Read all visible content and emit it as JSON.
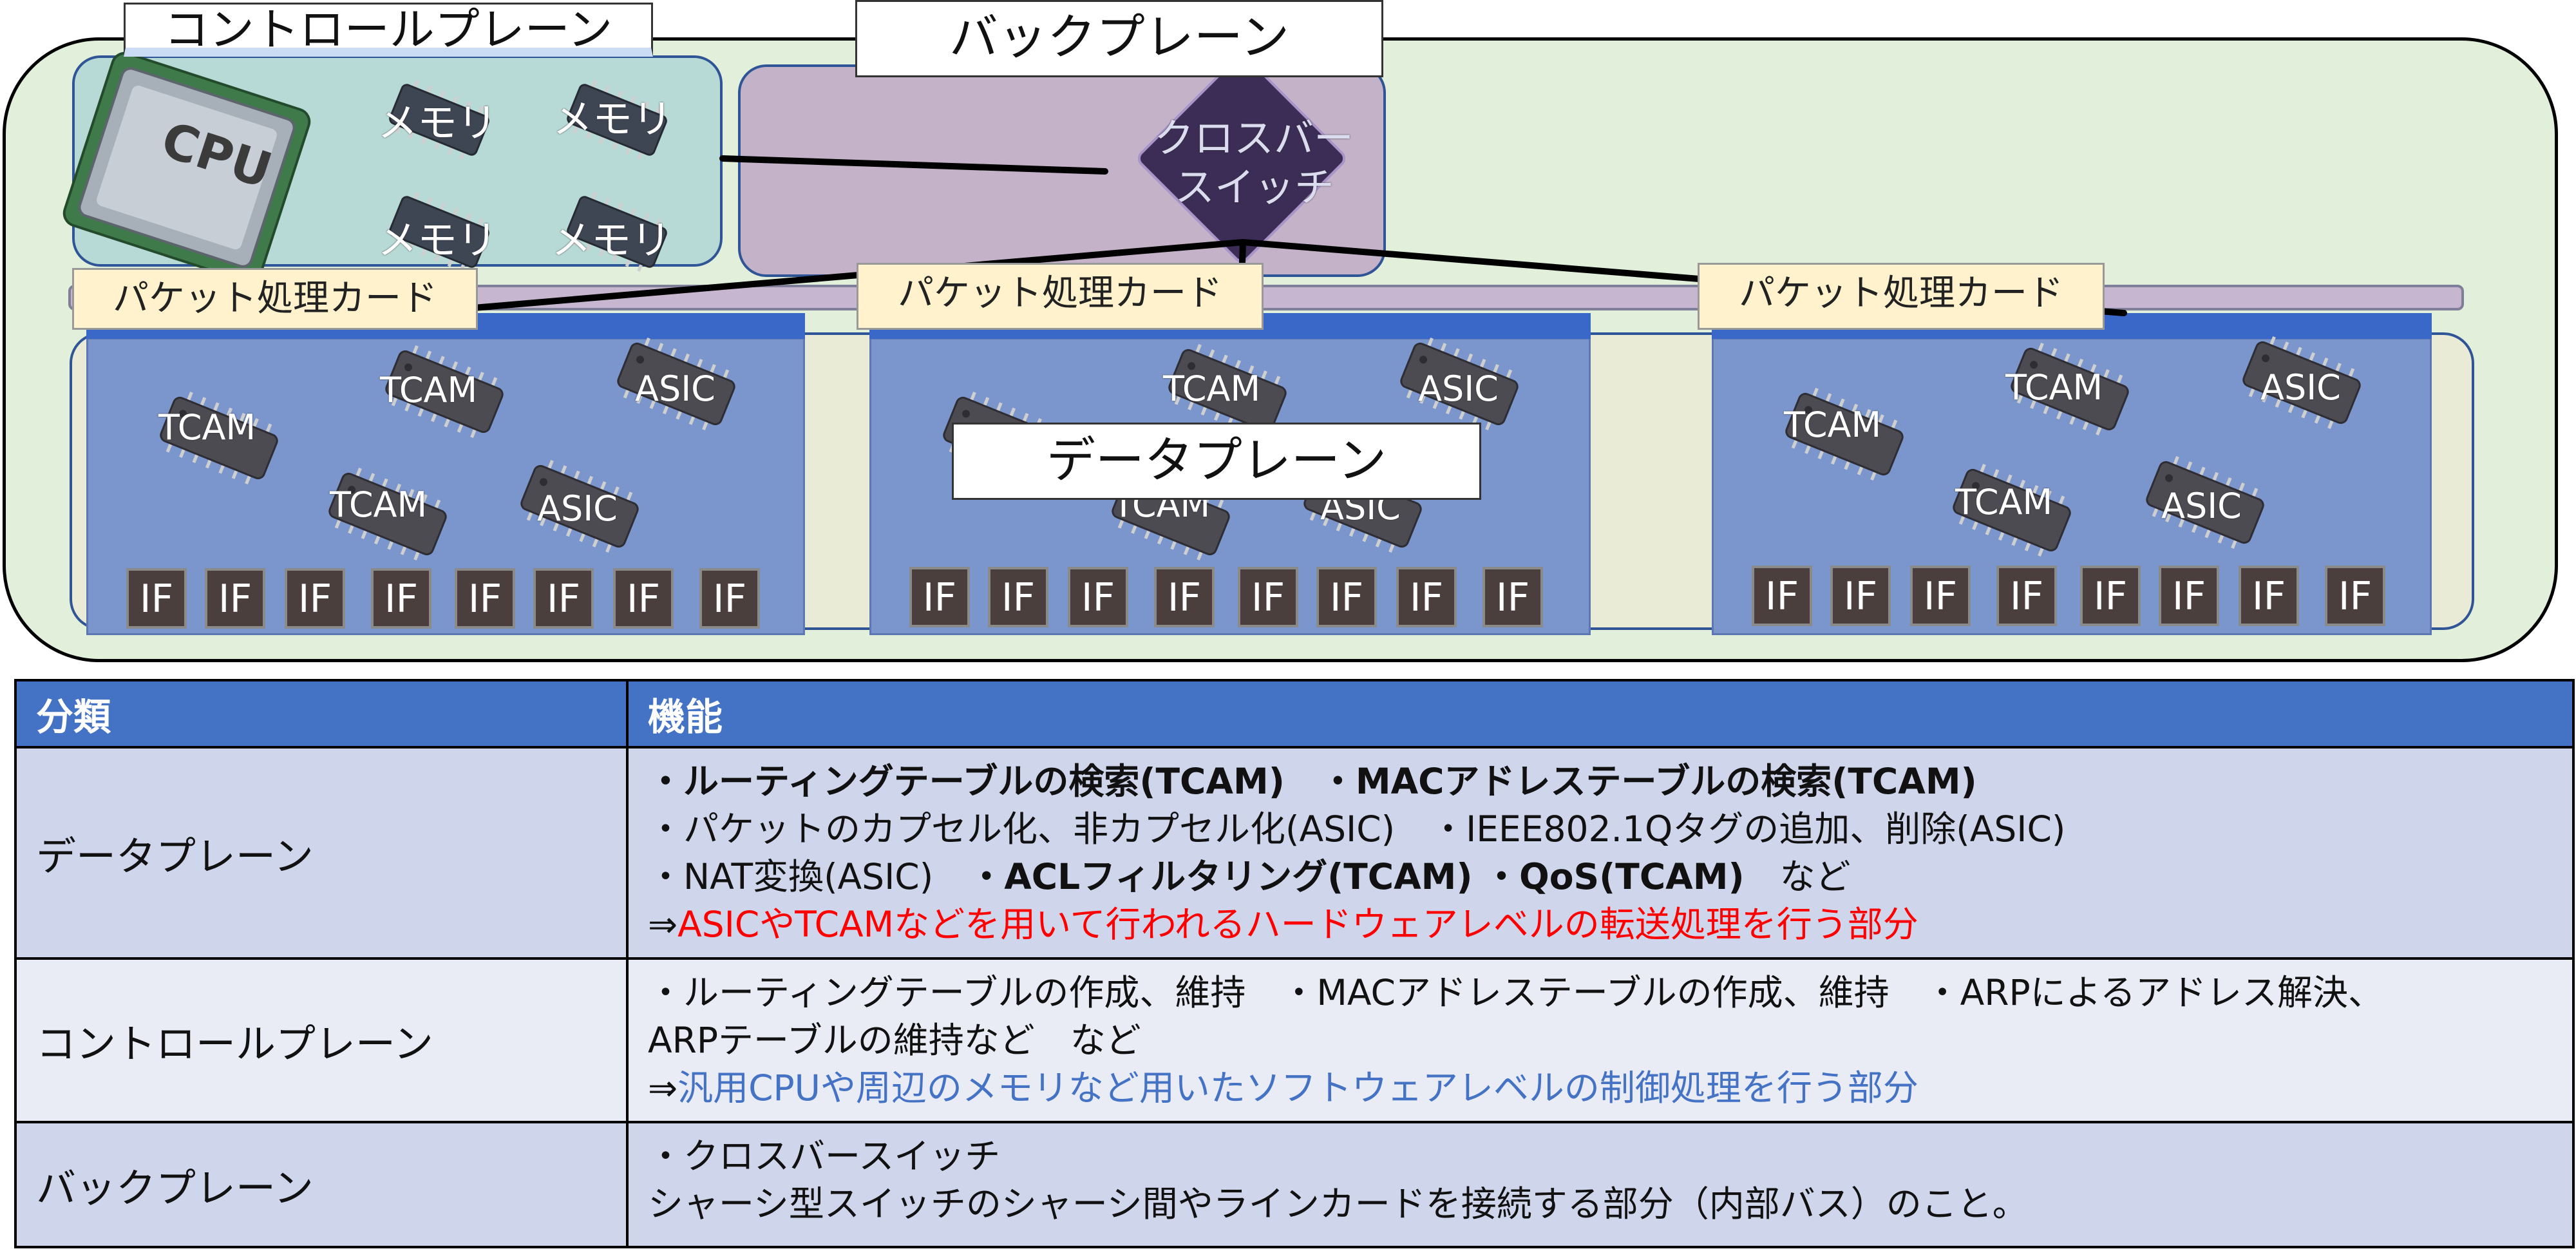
{
  "diagram": {
    "control_plane_label": "コントロールプレーン",
    "backplane_label": "バックプレーン",
    "data_plane_label": "データプレーン",
    "crossbar_label_line1": "クロスバー",
    "crossbar_label_line2": "スイッチ",
    "cpu_label": "CPU",
    "memory_label": "メモリ",
    "packet_card_label": "パケット処理カード",
    "tcam_label": "TCAM",
    "asic_label": "ASIC",
    "if_label": "IF",
    "colors": {
      "chassis_fill": "#e2efda",
      "control_plane_fill": "#b7dad6",
      "backplane_fill": "#c4b2c8",
      "card_fill": "#7a96cd",
      "label_fill": "#fff2cc"
    }
  },
  "table": {
    "header_category": "分類",
    "header_function": "機能",
    "rows": {
      "data_plane": {
        "category": "データプレーン",
        "l1a": "・ルーティングテーブルの検索(TCAM)",
        "l1b": "・MACアドレステーブルの検索(TCAM)",
        "l2": "・パケットのカプセル化、非カプセル化(ASIC)　・IEEE802.1Qタグの追加、削除(ASIC)",
        "l3a": "・NAT変換(ASIC)",
        "l3b": "・ACLフィルタリング(TCAM)",
        "l3c": "・QoS(TCAM)",
        "l3d": "など",
        "l4_prefix": "⇒",
        "l4_text": "ASICやTCAMなどを用いて行われるハードウェアレベルの転送処理を行う部分"
      },
      "control_plane": {
        "category": "コントロールプレーン",
        "l1": "・ルーティングテーブルの作成、維持　・MACアドレステーブルの作成、維持　・ARPによるアドレス解決、",
        "l2": "ARPテーブルの維持など　など",
        "l3_prefix": "⇒",
        "l3_text": "汎用CPUや周辺のメモリなど用いたソフトウェアレベルの制御処理を行う部分"
      },
      "backplane": {
        "category": "バックプレーン",
        "l1": "・クロスバースイッチ",
        "l2": "シャーシ型スイッチのシャーシ間やラインカードを接続する部分（内部バス）のこと。"
      }
    },
    "colors": {
      "header_fill": "#4472c4",
      "row_fill_dark": "#cfd5ea",
      "row_fill_light": "#e9ebf5",
      "highlight_red": "#ff0000",
      "highlight_blue": "#4472c4"
    }
  }
}
